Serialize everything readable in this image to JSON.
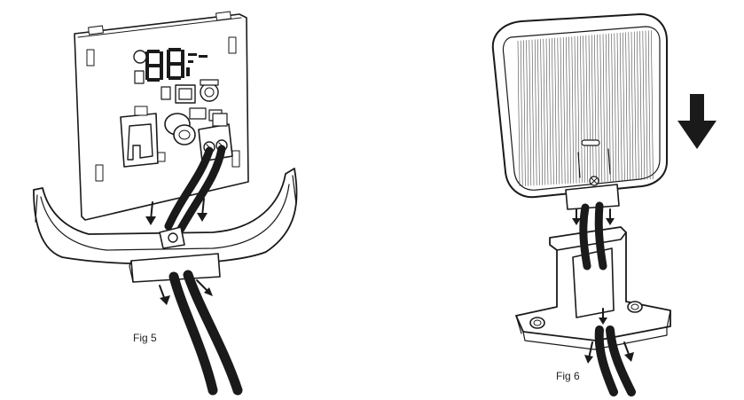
{
  "figures": [
    {
      "id": "fig5",
      "label": "Fig 5"
    },
    {
      "id": "fig6",
      "label": "Fig 6"
    }
  ],
  "colors": {
    "ink": "#1a1a1a",
    "background": "#ffffff"
  },
  "icons": [
    "down-arrow-icon",
    "wire-direction-arrow-icon",
    "screw-terminal-icon"
  ]
}
